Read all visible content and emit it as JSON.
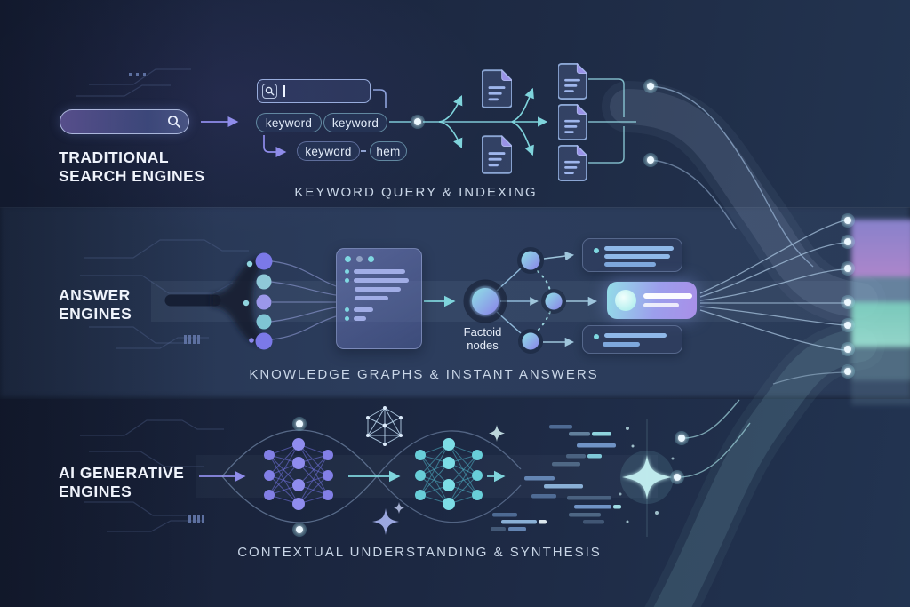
{
  "palette": {
    "background_navy": "#1e2b45",
    "accent_purple": "#8b88e8",
    "accent_teal": "#7fd4dc",
    "highlight_card_gradient": [
      "#93dde8",
      "#a98fe8"
    ],
    "output_band_purple": "#9a8cd9",
    "output_band_teal": "#8cdcc9",
    "caption_text": "#c9d6e7",
    "title_text": "#eff3fb"
  },
  "sections": {
    "traditional": {
      "title": "TRADITIONAL\nSEARCH ENGINES",
      "caption": "KEYWORD QUERY & INDEXING",
      "search_cursor": "|",
      "pills": [
        "keyword",
        "keyword",
        "keyword",
        "hem"
      ]
    },
    "answer": {
      "title": "ANSWER\nENGINES",
      "caption": "KNOWLEDGE GRAPHS & INSTANT ANSWERS",
      "node_label": "Factoid\nnodes"
    },
    "generative": {
      "title": "AI GENERATIVE\nENGINES",
      "caption": "CONTEXTUAL UNDERSTANDING & SYNTHESIS"
    }
  },
  "icons": {
    "search_icon": "magnifier",
    "document_icon": "file-with-text-lines",
    "network_icon": "neural-network",
    "polyhedron_icon": "wireframe-graph",
    "sparkle_icon": "four-point-star"
  }
}
